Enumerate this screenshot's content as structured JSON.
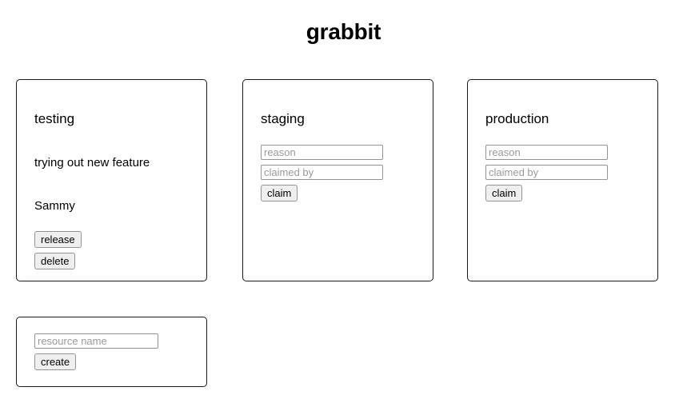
{
  "app": {
    "title": "grabbit"
  },
  "resources": [
    {
      "name": "testing",
      "claimed": true,
      "reason": "trying out new feature",
      "claimed_by": "Sammy",
      "actions": [
        {
          "label": "release",
          "name": "release-button"
        },
        {
          "label": "delete",
          "name": "delete-button"
        }
      ]
    },
    {
      "name": "staging",
      "claimed": false,
      "reason_placeholder": "reason",
      "claimed_by_placeholder": "claimed by",
      "reason_value": "",
      "claimed_by_value": "",
      "claim_label": "claim"
    },
    {
      "name": "production",
      "claimed": false,
      "reason_placeholder": "reason",
      "claimed_by_placeholder": "claimed by",
      "reason_value": "",
      "claimed_by_value": "",
      "claim_label": "claim"
    }
  ],
  "create_form": {
    "resource_name_placeholder": "resource name",
    "resource_name_value": "",
    "create_label": "create"
  },
  "colors": {
    "page_background": "#ffffff",
    "card_border": "#1a1a1a",
    "text": "#000000",
    "placeholder": "#9a9a9a",
    "button_face": "#efefef",
    "control_border": "#949494"
  }
}
